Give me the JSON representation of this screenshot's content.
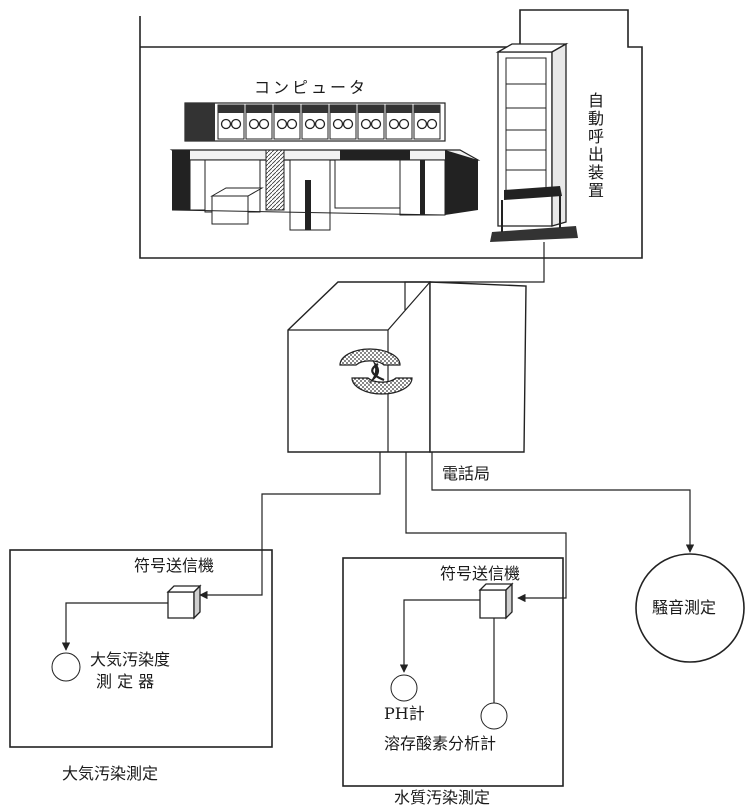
{
  "labels": {
    "computer": "コンピュータ",
    "auto_caller": "自動呼出装置",
    "telephone_office": "電話局",
    "encoder_left": "符号送信機",
    "encoder_middle": "符号送信機",
    "air_instrument_line1": "大気汚染度",
    "air_instrument_line2": "測 定 器",
    "air_station": "大気汚染測定",
    "ph_meter": "PH計",
    "do_analyzer": "溶存酸素分析計",
    "water_station": "水質汚染測定",
    "noise_station": "騒音測定"
  }
}
